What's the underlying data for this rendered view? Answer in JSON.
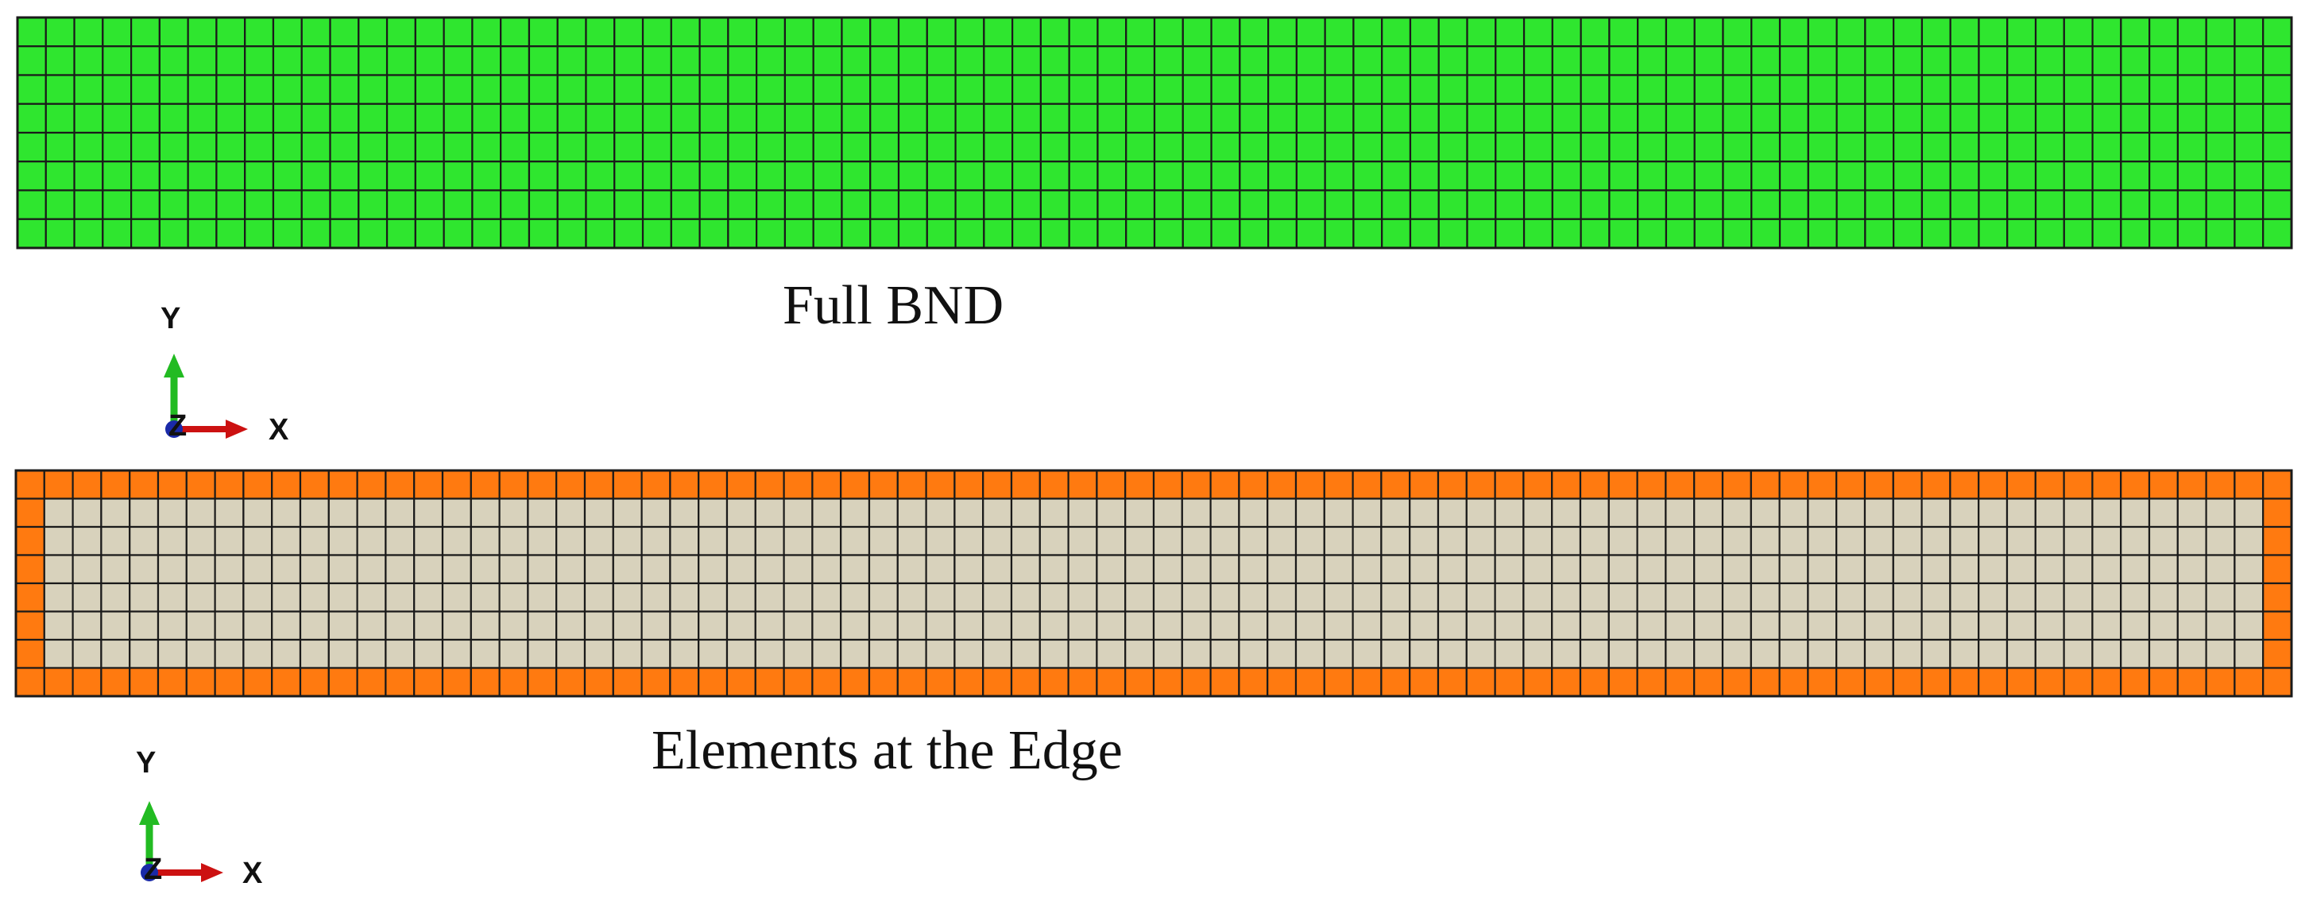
{
  "panels": [
    {
      "caption": "Full BND",
      "mesh": {
        "columns": 80,
        "rows": 8
      },
      "fill_color": "#2fe62f",
      "edge_color": null,
      "triad": {
        "y_label": "Y",
        "x_label": "X",
        "z_label": "Z"
      }
    },
    {
      "caption": "Elements at the Edge",
      "mesh": {
        "columns": 80,
        "rows": 8
      },
      "fill_color": "#d8d2bc",
      "edge_color": "#ff7a10",
      "triad": {
        "y_label": "Y",
        "x_label": "X",
        "z_label": "Z"
      }
    }
  ],
  "colors": {
    "grid_line": "#1a1a1a",
    "triad_y": "#22bb22",
    "triad_x": "#cc1111",
    "triad_z": "#1a2aa8"
  }
}
